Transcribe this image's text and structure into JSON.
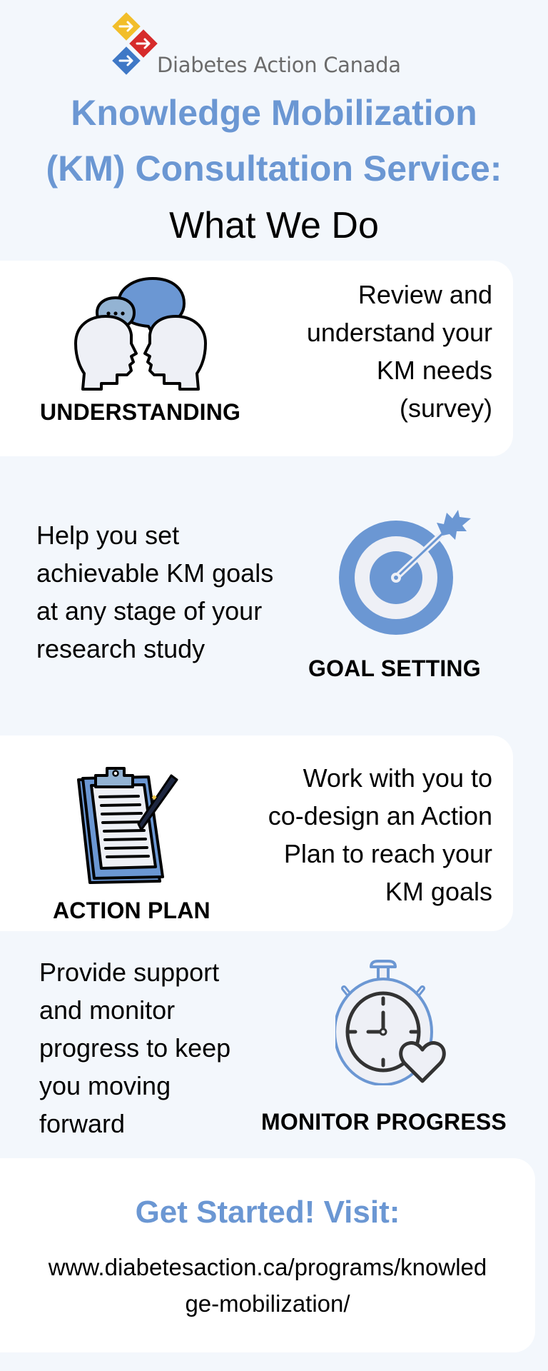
{
  "header": {
    "logo_text": "Diabetes Action Canada",
    "title_line1": "Knowledge Mobilization",
    "title_line2": "(KM) Consultation Service:",
    "subtitle": "What We Do"
  },
  "colors": {
    "background": "#f3f7fc",
    "card": "#ffffff",
    "accent_blue": "#6b97d3",
    "light_blue": "#93b3d3",
    "icon_fill_light": "#eef0f6",
    "logo_yellow": "#f2be2a",
    "logo_red": "#d62b2b",
    "logo_blue": "#3f78c6",
    "logo_text_gray": "#6b6b6b",
    "text": "#000000"
  },
  "sections": [
    {
      "label": "UNDERSTANDING",
      "icon": "two-heads-speech-bubbles-icon",
      "description_lines": [
        "Review and",
        "understand your",
        "KM needs",
        "(survey)"
      ]
    },
    {
      "label": "GOAL SETTING",
      "icon": "target-arrow-icon",
      "description_lines": [
        "Help you set",
        "achievable KM goals",
        "at any stage of your",
        "research study"
      ]
    },
    {
      "label": "ACTION PLAN",
      "icon": "clipboard-pen-icon",
      "description_lines": [
        "Work with you to",
        "co-design an Action",
        "Plan to reach your",
        "KM goals"
      ]
    },
    {
      "label": "MONITOR PROGRESS",
      "icon": "stopwatch-heart-icon",
      "description_lines": [
        "Provide support",
        "and monitor",
        "progress to keep",
        "you moving",
        "forward"
      ]
    }
  ],
  "cta": {
    "title": "Get Started! Visit:",
    "url_lines": [
      "www.diabetesaction.ca/programs/knowled",
      "ge-mobilization/"
    ]
  }
}
